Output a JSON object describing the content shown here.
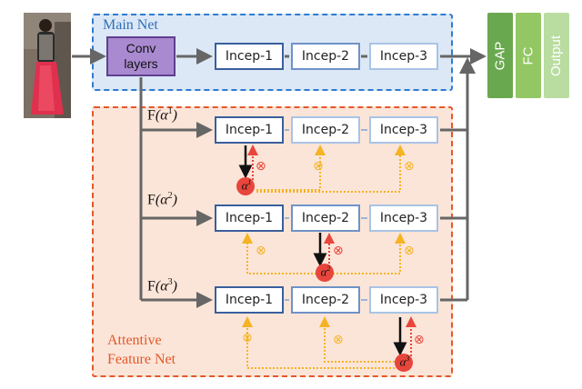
{
  "main_net": {
    "label": "Main Net"
  },
  "conv": {
    "line1": "Conv",
    "line2": "layers"
  },
  "incep": {
    "i1": "Incep-1",
    "i2": "Incep-2",
    "i3": "Incep-3"
  },
  "heads": {
    "gap": "GAP",
    "fc": "FC",
    "output": "Output"
  },
  "attentive_net": {
    "line1": "Attentive",
    "line2": "Feature Net"
  },
  "branches": [
    {
      "f": "F",
      "alpha": "α",
      "sup": "1"
    },
    {
      "f": "F",
      "alpha": "α",
      "sup": "2"
    },
    {
      "f": "F",
      "alpha": "α",
      "sup": "3"
    }
  ],
  "symbols": {
    "multiply": "⊗"
  },
  "colors": {
    "main_net_fill": "#dce8f6",
    "main_net_border": "#2f7bd1",
    "attentive_fill": "#fbe5d8",
    "attentive_border": "#e5572a",
    "conv_fill": "#a98ad0",
    "gap": "#6aa84f",
    "fc": "#93c763",
    "output": "#b9dca0",
    "alpha_node": "#e8453c",
    "dotted_arrow": "#f5b324"
  }
}
